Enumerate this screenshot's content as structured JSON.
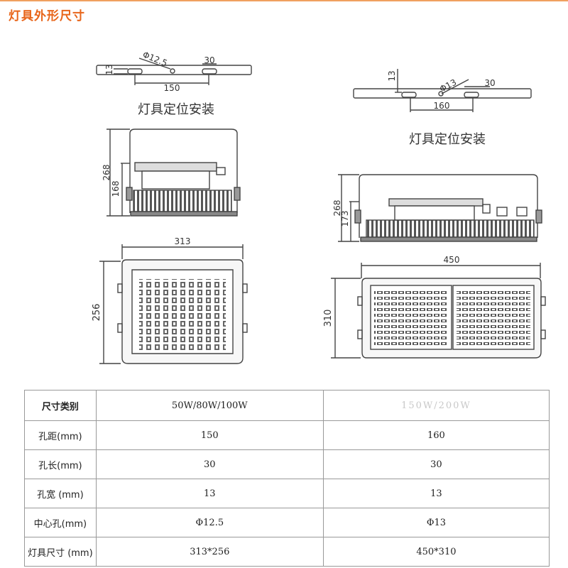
{
  "heading": "灯具外形尺寸",
  "drawing": {
    "left": {
      "bracket": {
        "dia": "Φ12.5",
        "slot_len": "30",
        "slot_w": "13",
        "hole_dist": "150"
      },
      "install_label": "灯具定位安装",
      "side": {
        "height_total": "268",
        "height_body": "168"
      },
      "front": {
        "width": "313",
        "height": "256"
      }
    },
    "right": {
      "bracket": {
        "dia": "Φ13",
        "slot_len": "30",
        "slot_w": "13",
        "hole_dist": "160"
      },
      "install_label": "灯具定位安装",
      "side": {
        "height_total": "268",
        "height_body": "173"
      },
      "front": {
        "width": "450",
        "height": "310"
      }
    }
  },
  "table": {
    "header": {
      "label": "尺寸类别",
      "col1": "50W/80W/100W",
      "col2": "150W/200W"
    },
    "rows": [
      {
        "label": "孔距(mm)",
        "v1": "150",
        "v2": "160"
      },
      {
        "label": "孔长(mm)",
        "v1": "30",
        "v2": "30"
      },
      {
        "label": "孔宽 (mm)",
        "v1": "13",
        "v2": "13"
      },
      {
        "label": "中心孔(mm)",
        "v1": "Φ12.5",
        "v2": "Φ13"
      },
      {
        "label": "灯具尺寸 (mm)",
        "v1": "313*256",
        "v2": "450*310"
      }
    ]
  }
}
